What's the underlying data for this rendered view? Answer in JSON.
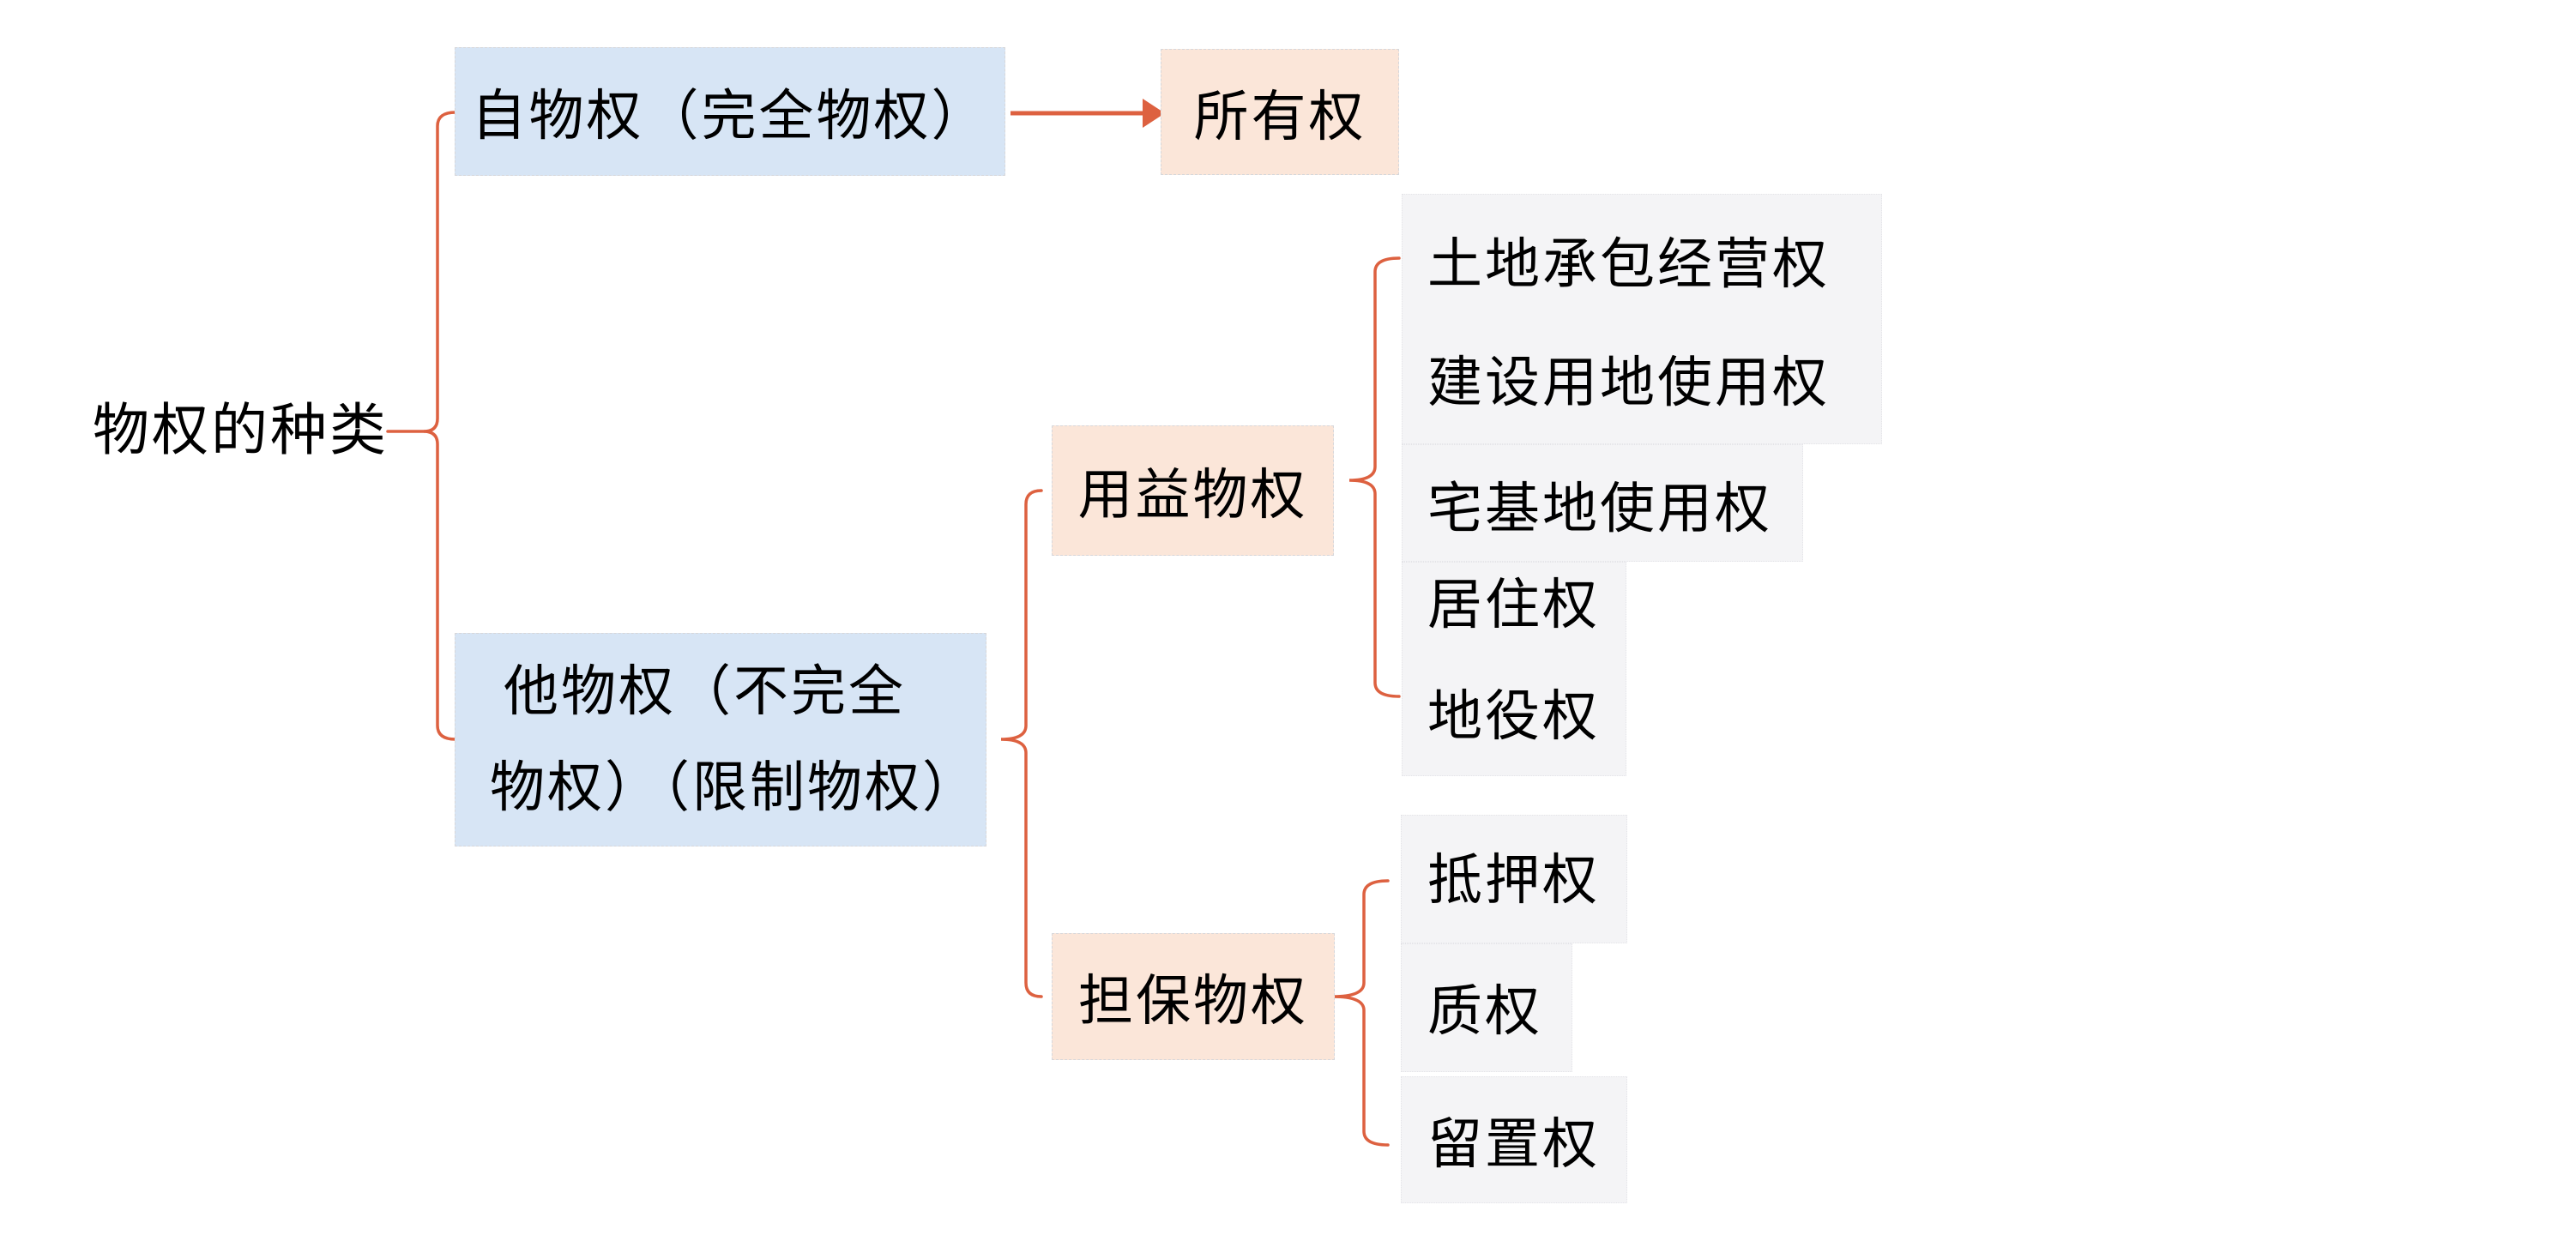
{
  "diagram_title": "物权的种类",
  "root": {
    "label": "物权的种类"
  },
  "level1": {
    "ziwuquan": {
      "label": "自物权（完全物权）"
    },
    "tawuquan": {
      "lines": [
        "他物权（不完全",
        "物权）（限制物权）"
      ]
    }
  },
  "level2": {
    "suoyouquan": {
      "label": "所有权"
    },
    "yongyiwuquan": {
      "label": "用益物权"
    },
    "danbaowuquan": {
      "label": "担保物权"
    }
  },
  "yongyi_children": [
    {
      "label": "土地承包经营权"
    },
    {
      "label": "建设用地使用权"
    },
    {
      "label": "宅基地使用权"
    },
    {
      "label": "居住权"
    },
    {
      "label": "地役权"
    }
  ],
  "danbao_children": [
    {
      "label": "抵押权"
    },
    {
      "label": "质权"
    },
    {
      "label": "留置权"
    }
  ],
  "colors": {
    "node_blue": "#d7e5f5",
    "node_peach": "#fbe6d9",
    "child_panel_gray": "#f4f4f6",
    "connector_orange": "#dd6140",
    "text_black": "#000000"
  }
}
